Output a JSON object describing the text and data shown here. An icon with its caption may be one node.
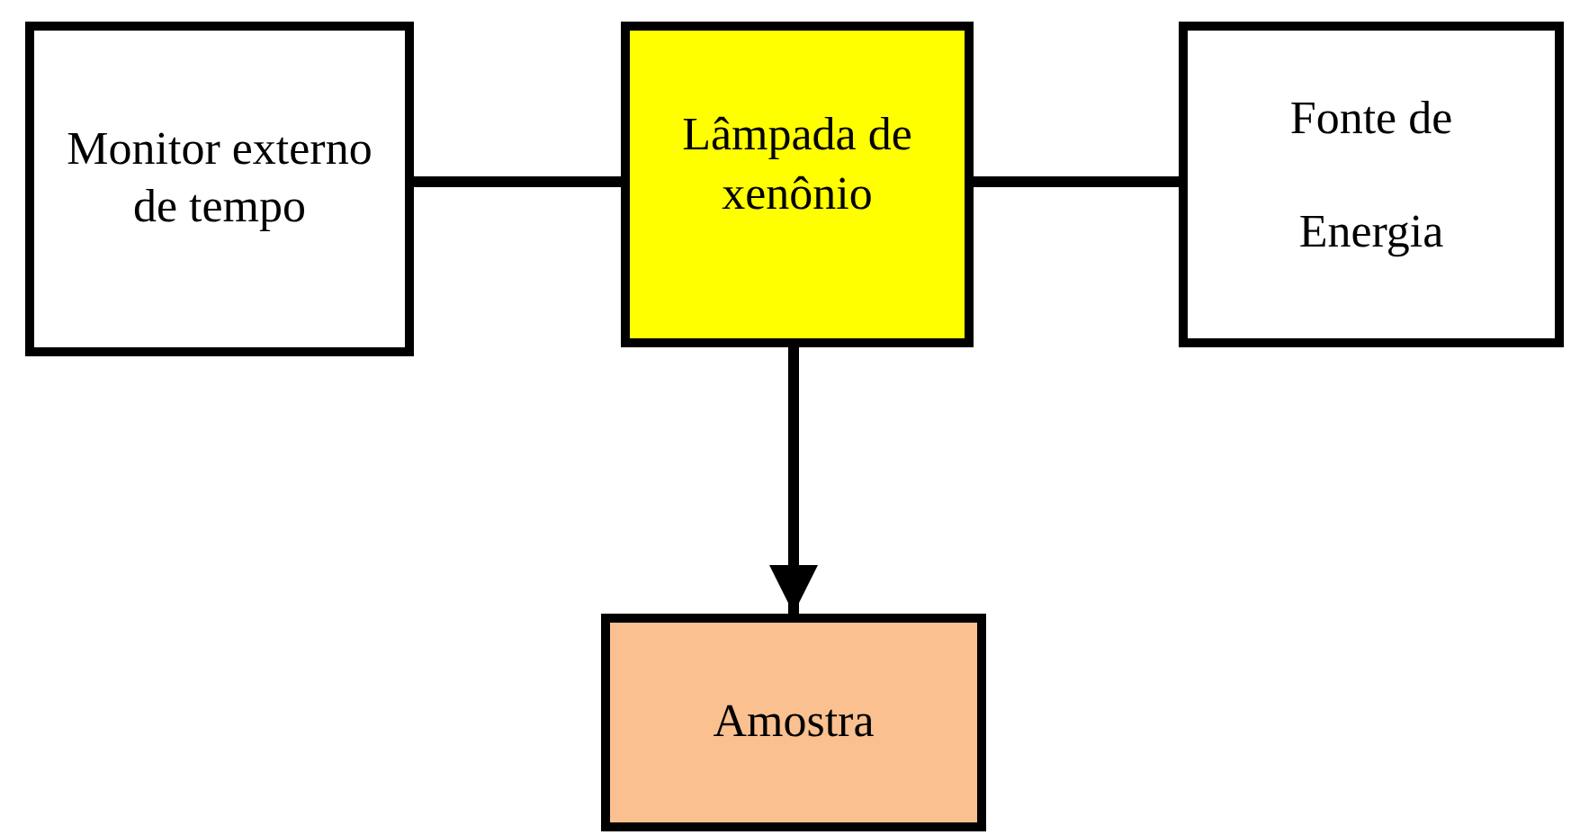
{
  "diagram": {
    "nodes": [
      {
        "text": [
          "Monitor externo de tempo"
        ]
      },
      {
        "text": [
          "Lâmpada de xenônio"
        ]
      },
      {
        "text": [
          "Fonte de Energia"
        ]
      },
      {
        "text": [
          "Amostra"
        ]
      }
    ],
    "edges": [
      {
        "from": 0,
        "to": 1,
        "arrow": "none"
      },
      {
        "from": 1,
        "to": 2,
        "arrow": "none"
      },
      {
        "from": 1,
        "to": 3,
        "arrow": "to"
      }
    ]
  }
}
